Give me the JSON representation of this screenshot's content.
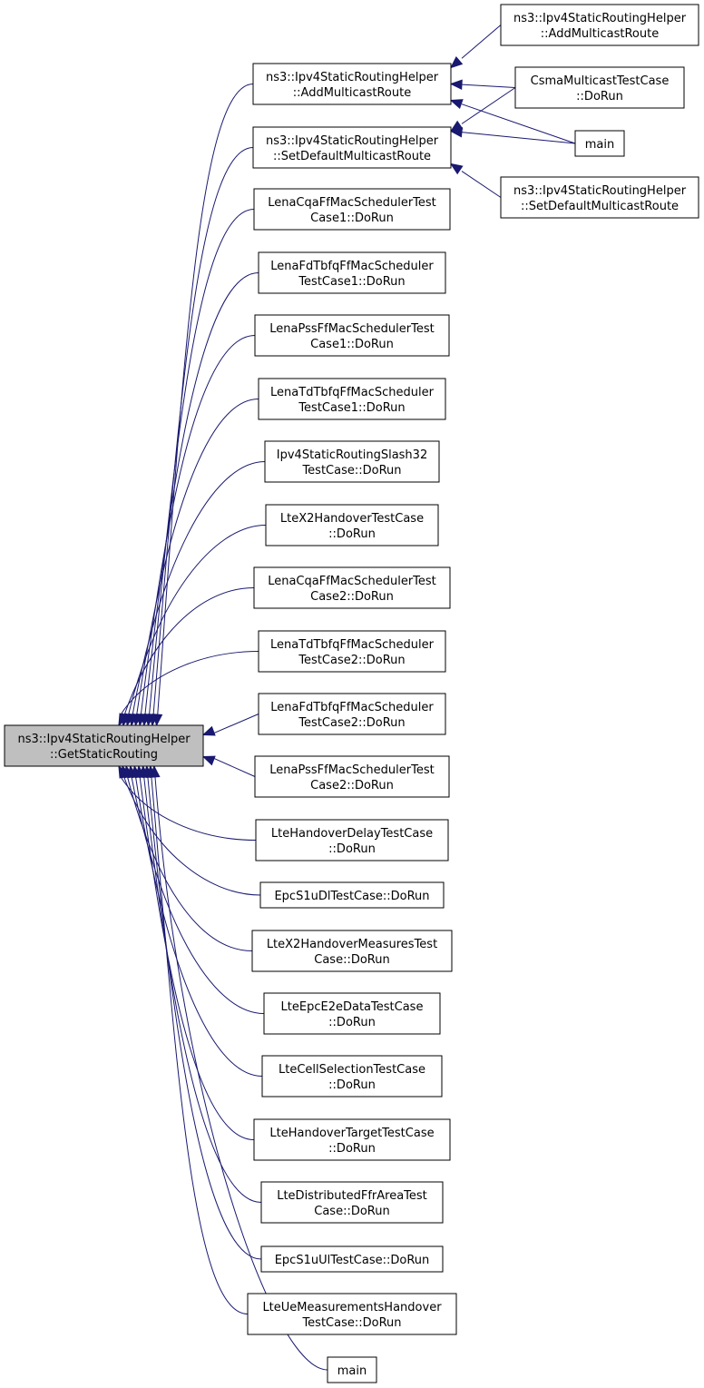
{
  "diagram": {
    "nodes": [
      {
        "id": "root",
        "lines": [
          "ns3::Ipv4StaticRoutingHelper",
          "::GetStaticRouting"
        ],
        "highlight": true
      },
      {
        "id": "addmc",
        "lines": [
          "ns3::Ipv4StaticRoutingHelper",
          "::AddMulticastRoute"
        ]
      },
      {
        "id": "setdef",
        "lines": [
          "ns3::Ipv4StaticRoutingHelper",
          "::SetDefaultMulticastRoute"
        ]
      },
      {
        "id": "addmc2",
        "lines": [
          "ns3::Ipv4StaticRoutingHelper",
          "::AddMulticastRoute"
        ]
      },
      {
        "id": "csma",
        "lines": [
          "CsmaMulticastTestCase",
          "::DoRun"
        ]
      },
      {
        "id": "main1",
        "lines": [
          "main"
        ]
      },
      {
        "id": "setdef2",
        "lines": [
          "ns3::Ipv4StaticRoutingHelper",
          "::SetDefaultMulticastRoute"
        ]
      },
      {
        "id": "cqa1",
        "lines": [
          "LenaCqaFfMacSchedulerTest",
          "Case1::DoRun"
        ]
      },
      {
        "id": "fdtbfq1",
        "lines": [
          "LenaFdTbfqFfMacScheduler",
          "TestCase1::DoRun"
        ]
      },
      {
        "id": "pss1",
        "lines": [
          "LenaPssFfMacSchedulerTest",
          "Case1::DoRun"
        ]
      },
      {
        "id": "tdtbfq1",
        "lines": [
          "LenaTdTbfqFfMacScheduler",
          "TestCase1::DoRun"
        ]
      },
      {
        "id": "slash32",
        "lines": [
          "Ipv4StaticRoutingSlash32",
          "TestCase::DoRun"
        ]
      },
      {
        "id": "x2ho",
        "lines": [
          "LteX2HandoverTestCase",
          "::DoRun"
        ]
      },
      {
        "id": "cqa2",
        "lines": [
          "LenaCqaFfMacSchedulerTest",
          "Case2::DoRun"
        ]
      },
      {
        "id": "tdtbfq2",
        "lines": [
          "LenaTdTbfqFfMacScheduler",
          "TestCase2::DoRun"
        ]
      },
      {
        "id": "fdtbfq2",
        "lines": [
          "LenaFdTbfqFfMacScheduler",
          "TestCase2::DoRun"
        ]
      },
      {
        "id": "pss2",
        "lines": [
          "LenaPssFfMacSchedulerTest",
          "Case2::DoRun"
        ]
      },
      {
        "id": "hodelay",
        "lines": [
          "LteHandoverDelayTestCase",
          "::DoRun"
        ]
      },
      {
        "id": "s1udl",
        "lines": [
          "EpcS1uDlTestCase::DoRun"
        ]
      },
      {
        "id": "x2meas",
        "lines": [
          "LteX2HandoverMeasuresTest",
          "Case::DoRun"
        ]
      },
      {
        "id": "e2e",
        "lines": [
          "LteEpcE2eDataTestCase",
          "::DoRun"
        ]
      },
      {
        "id": "cellsel",
        "lines": [
          "LteCellSelectionTestCase",
          "::DoRun"
        ]
      },
      {
        "id": "hotarget",
        "lines": [
          "LteHandoverTargetTestCase",
          "::DoRun"
        ]
      },
      {
        "id": "ffrarea",
        "lines": [
          "LteDistributedFfrAreaTest",
          "Case::DoRun"
        ]
      },
      {
        "id": "s1uul",
        "lines": [
          "EpcS1uUlTestCase::DoRun"
        ]
      },
      {
        "id": "uemeas",
        "lines": [
          "LteUeMeasurementsHandover",
          "TestCase::DoRun"
        ]
      },
      {
        "id": "main2",
        "lines": [
          "main"
        ]
      }
    ],
    "edges": [
      {
        "from": "addmc",
        "to": "root"
      },
      {
        "from": "setdef",
        "to": "root"
      },
      {
        "from": "addmc2",
        "to": "addmc"
      },
      {
        "from": "csma",
        "to": "addmc"
      },
      {
        "from": "main1",
        "to": "addmc"
      },
      {
        "from": "csma",
        "to": "setdef"
      },
      {
        "from": "main1",
        "to": "setdef"
      },
      {
        "from": "setdef2",
        "to": "setdef"
      },
      {
        "from": "cqa1",
        "to": "root"
      },
      {
        "from": "fdtbfq1",
        "to": "root"
      },
      {
        "from": "pss1",
        "to": "root"
      },
      {
        "from": "tdtbfq1",
        "to": "root"
      },
      {
        "from": "slash32",
        "to": "root"
      },
      {
        "from": "x2ho",
        "to": "root"
      },
      {
        "from": "cqa2",
        "to": "root"
      },
      {
        "from": "tdtbfq2",
        "to": "root"
      },
      {
        "from": "fdtbfq2",
        "to": "root"
      },
      {
        "from": "pss2",
        "to": "root"
      },
      {
        "from": "hodelay",
        "to": "root"
      },
      {
        "from": "s1udl",
        "to": "root"
      },
      {
        "from": "x2meas",
        "to": "root"
      },
      {
        "from": "e2e",
        "to": "root"
      },
      {
        "from": "cellsel",
        "to": "root"
      },
      {
        "from": "hotarget",
        "to": "root"
      },
      {
        "from": "ffrarea",
        "to": "root"
      },
      {
        "from": "s1uul",
        "to": "root"
      },
      {
        "from": "uemeas",
        "to": "root"
      },
      {
        "from": "main2",
        "to": "root"
      }
    ],
    "colors": {
      "edge": "#191970",
      "node_fill": "#ffffff",
      "root_fill": "#bfbfbf",
      "border": "#000000"
    }
  }
}
